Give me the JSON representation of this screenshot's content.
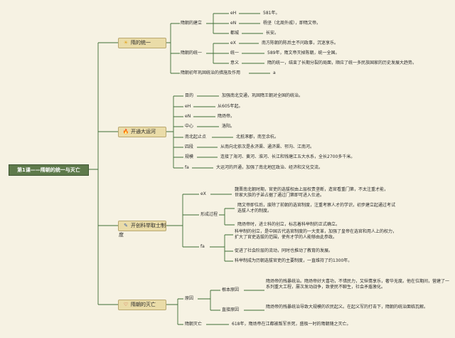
{
  "root": "第1课——隋朝的统一与灭亡",
  "topics": [
    {
      "icon": "sun-icon",
      "icon_glyph": "☀",
      "icon_color": "#e3a21a",
      "label": "隋的统一",
      "items": [
        {
          "label": "隋朝的建立",
          "children": [
            {
              "label": "eH",
              "value": "581年。"
            },
            {
              "label": "eN",
              "value": "杨坚（北周外戚），即隋文帝。"
            },
            {
              "label": "都城",
              "value": "长安。"
            }
          ]
        },
        {
          "label": "隋朝的统一",
          "children": [
            {
              "label": "eX",
              "value": "南方陈朝的陈后主不问政事，沉迷享乐。"
            },
            {
              "label": "统一",
              "value": "589年，隋文帝灭掉陈朝，统一全国。"
            },
            {
              "label": "意义",
              "value": "隋的统一，结束了长期分裂的局面，顺应了统一多民族国家的历史发展大趋势。"
            }
          ]
        },
        {
          "label": "隋朝初年巩固统治的措施及作用",
          "value": "a"
        }
      ]
    },
    {
      "icon": "fire-icon",
      "icon_glyph": "🔥",
      "icon_color": "#d9481c",
      "label": "开通大运河",
      "items": [
        {
          "label": "目的",
          "value": "加强南北交通，巩固隋王朝对全国的统治。"
        },
        {
          "label": "eH",
          "value": "从605年起。"
        },
        {
          "label": "eN",
          "value": "隋炀帝。"
        },
        {
          "label": "中心",
          "value": "洛阳。"
        },
        {
          "label": "南北起止点",
          "value": "北抵涿郡，南至余杭。"
        },
        {
          "label": "四段",
          "value": "从南向北依次是永济渠、通济渠、邗沟、江南河。"
        },
        {
          "label": "规模",
          "value": "连接了海河、黄河、淮河、长江和钱塘江五大水系，全长2700多千米。"
        },
        {
          "label": "fa",
          "value": "大运河的开通，加强了南北地区政治、经济和文化交流。"
        }
      ]
    },
    {
      "icon": "pencil-icon",
      "icon_glyph": "✎",
      "icon_color": "#3a5fa8",
      "label": "开创科举取士制度",
      "items": [
        {
          "label": "eX",
          "value": "魏晋南北朝时期，官吏的选拔权由上层权贵垄断，造官看重门第，不太注重才能，世家大族的子弟占据了通过门第即可进入仕途。"
        },
        {
          "label": "形成过程",
          "children": [
            {
              "value": "隋文帝即位后，废除了前朝的选官制度，注重考察人才的学识，初步建立起通过考试选拔人才的制度。"
            },
            {
              "value": "隋炀帝时，进士科的创立，标志着科举制的正式确立。"
            }
          ]
        },
        {
          "label": "fa",
          "children": [
            {
              "value": "科举制的创立，是中国古代选官制度的一大变革，加强了皇帝在选官和用人上的权力，扩大了官吏选拔的范围，使有才学的人能够由此参政。"
            },
            {
              "value": "促进了社会阶层的流动，同时也推动了教育的发展。"
            },
            {
              "value": "科举制成为历朝选拔官吏的主要制度，一直维持了约1300年。"
            }
          ]
        }
      ]
    },
    {
      "icon": "heart-icon",
      "icon_glyph": "♡",
      "icon_color": "#cf3b3b",
      "label": "隋朝的灭亡",
      "items": [
        {
          "label": "原因",
          "children": [
            {
              "label": "根本原因",
              "value": "隋炀帝的残暴统治。隋炀帝好大喜功，不惜民力，又纵情享乐，奢华无度。他在位期间，营建了一系列重大工程，屡次发动战争，致使民不聊生，社会矛盾激化。"
            },
            {
              "label": "直接原因",
              "value": "隋炀帝的残暴统治导致大规模的农民起义。在起义军的打击下，隋朝的统治面临瓦解。"
            }
          ]
        },
        {
          "label": "隋朝灭亡",
          "value": "618年，隋炀帝在江都被叛军杀死，盛极一时的隋朝随之灭亡。"
        }
      ]
    }
  ]
}
